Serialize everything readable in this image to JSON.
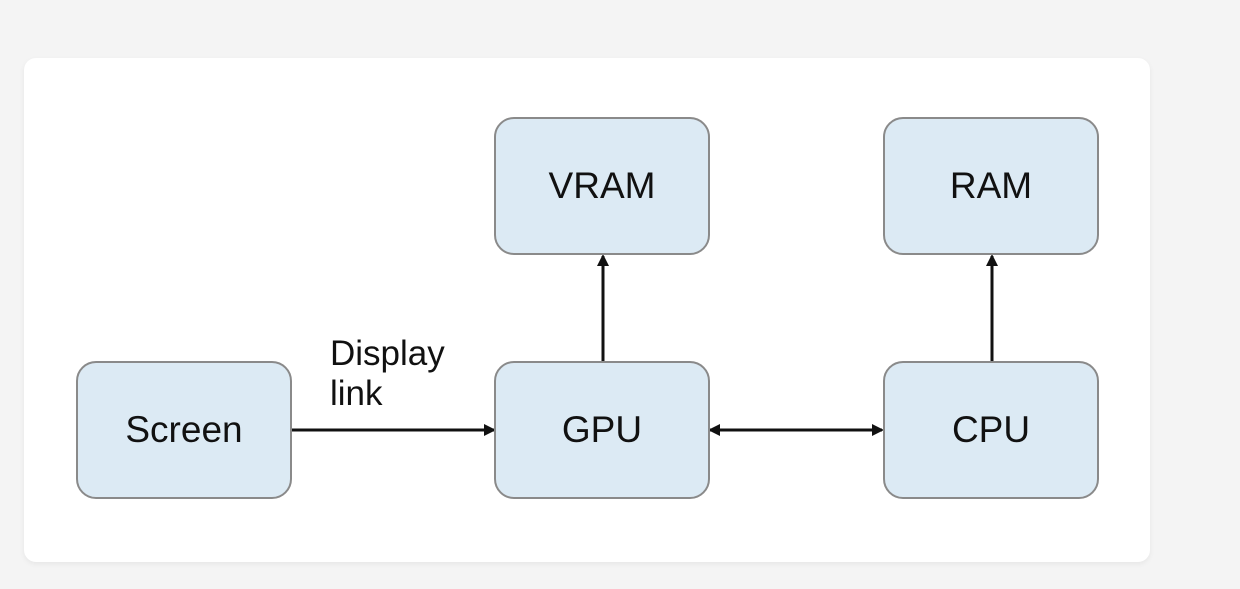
{
  "diagram": {
    "nodes": {
      "vram": "VRAM",
      "ram": "RAM",
      "screen": "Screen",
      "gpu": "GPU",
      "cpu": "CPU"
    },
    "edge_label": {
      "line1": "Display",
      "line2": "link"
    }
  },
  "colors": {
    "node_fill": "#dceaf4",
    "node_border": "#8a8a8a",
    "edge": "#111111"
  }
}
